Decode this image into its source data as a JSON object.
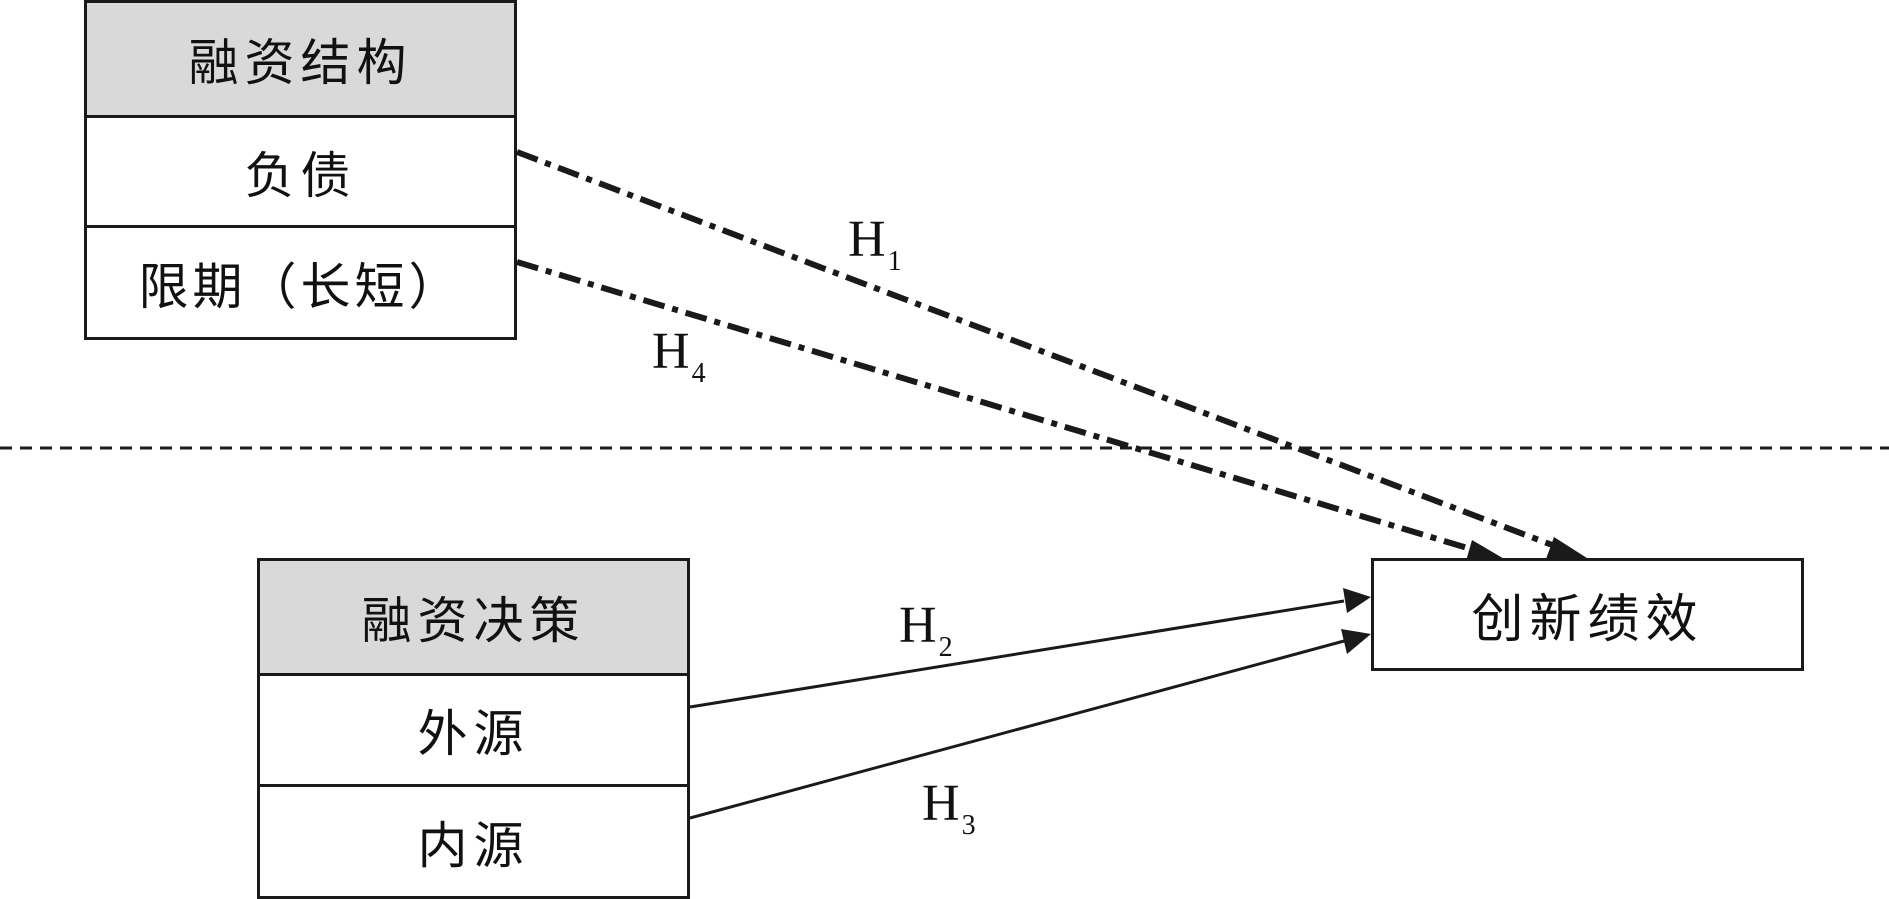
{
  "financing_structure": {
    "header": "融资结构",
    "rows": [
      "负债",
      "限期（长短）"
    ]
  },
  "financing_decision": {
    "header": "融资决策",
    "rows": [
      "外源",
      "内源"
    ]
  },
  "outcome": {
    "label": "创新绩效"
  },
  "hypotheses": {
    "h1": {
      "letter": "H",
      "index": "1"
    },
    "h2": {
      "letter": "H",
      "index": "2"
    },
    "h3": {
      "letter": "H",
      "index": "3"
    },
    "h4": {
      "letter": "H",
      "index": "4"
    }
  },
  "colors": {
    "line": "#1a1a1a",
    "header_fill": "#d9d9d9"
  }
}
